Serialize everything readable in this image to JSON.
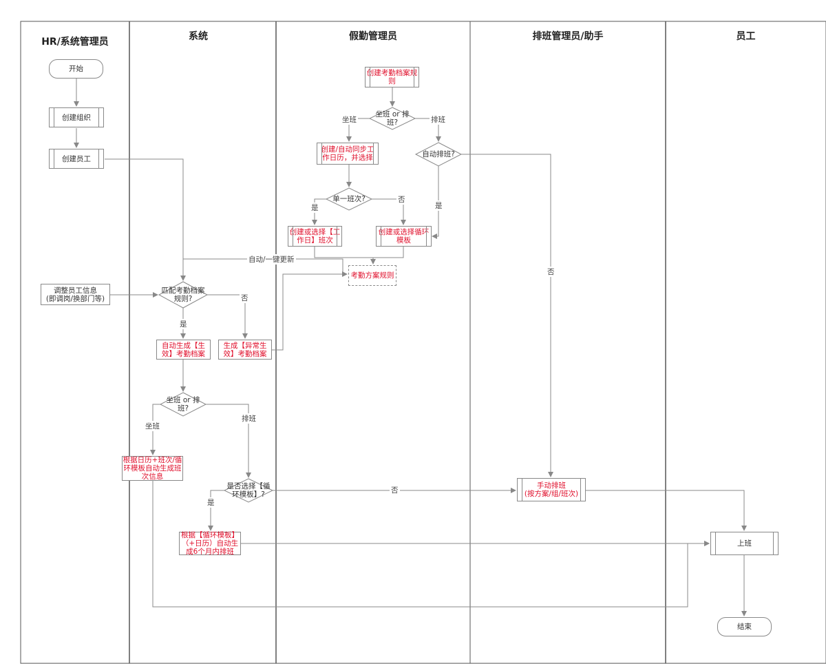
{
  "lanes": {
    "hr": "HR/系统管理员",
    "system": "系统",
    "attendance_admin": "假勤管理员",
    "scheduler": "排班管理员/助手",
    "employee": "员工"
  },
  "nodes": {
    "start": "开始",
    "create_org": "创建组织",
    "create_employee": "创建员工",
    "adjust_info": "调整员工信息\n(即调岗/换部门等)",
    "create_rule": "创建考勤档案规\n则",
    "d_fixed_or_shift_1": "坐班 or 排\n班?",
    "create_calendar": "创建/自动同步工\n作日历，并选择",
    "d_auto_shift": "自动排班?",
    "d_single_shift": "单一班次?",
    "create_workday_shift": "创建或选择【工\n作日】班次",
    "create_cycle_template": "创建或选择循环\n模板",
    "attendance_plan_rule": "考勤方案规则",
    "d_match_rule": "匹配考勤档案\n规则?",
    "gen_valid_profile": "自动生成【生\n效】考勤档案",
    "gen_abnormal_profile": "生成【异常生\n效】考勤档案",
    "d_fixed_or_shift_2": "坐班 or 排\n班?",
    "gen_by_calendar": "根据日历+班次/循\n环模板自动生成班\n次信息",
    "d_select_cycle": "是否选择【循\n环模板】?",
    "gen_6_months": "根据【循环模板】\n（+日历）自动生\n成6个月内排班",
    "manual_schedule": "手动排班\n(按方案/组/班次)",
    "go_to_work": "上班",
    "end": "结束"
  },
  "edge_labels": {
    "fixed_1": "坐班",
    "shift_1": "排班",
    "yes_single": "是",
    "no_single": "否",
    "yes_auto": "是",
    "no_auto": "否",
    "auto_update": "自动/一键更新",
    "no_match": "否",
    "yes_match": "是",
    "fixed_2": "坐班",
    "shift_2": "排班",
    "yes_cycle": "是",
    "no_cycle": "否"
  },
  "colors": {
    "red_text": "#e0102c",
    "line": "#888888",
    "lane_border": "#555555"
  }
}
